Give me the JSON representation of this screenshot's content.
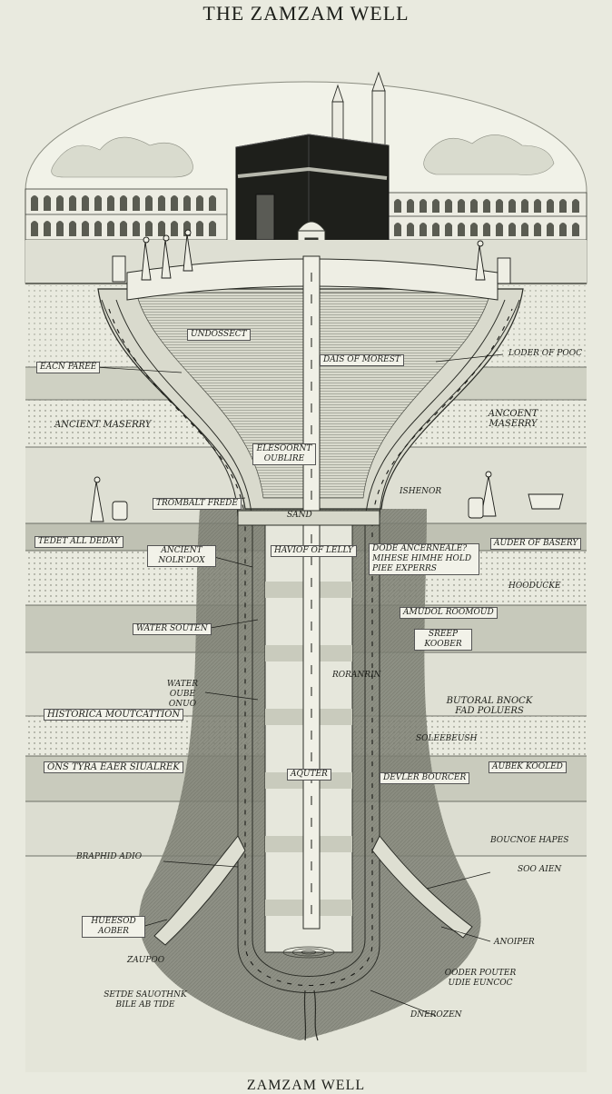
{
  "title": "THE ZAMZAM WELL",
  "footer": "ZAMZAM WELL",
  "labels": [
    "UNDOSSECT",
    "EACN PAREE",
    "ANCIENT MASERRY",
    "DAIS OF MOREST",
    "LODER OF POOC",
    "ANCOENT MASERRY",
    "ELESOORNT OUBLIRE",
    "TROMBALT FREDE",
    "ISHENOR",
    "SAND",
    "TEDET ALL DEDAY",
    "ANCIENT NOLR'DOX",
    "HAVIOF OF LELLY",
    "DODE ANCERNEALE? MIHESE HIMHE HOLD PIEE EXPERRS",
    "AUDER OF BASERY",
    "HOODUCKE",
    "AMUDOL ROOMOUD",
    "WATER SOUTEN",
    "SREEP KOOBER",
    "WATER OUBE ONUO",
    "RORANRIN",
    "HISTORICA MOUTCATTION",
    "BUTORAL BNOCK FAD POLUERS",
    "SOLEEBEUSH",
    "ONS TYRA EAER SIUALREK",
    "AUBEK KOOLED",
    "AQUTER",
    "DEVLER BOURCER",
    "BOUCNOE HAPES",
    "BRAPHID ADIO",
    "SOO AIEN",
    "HUEESOD AOBER",
    "ANOIPER",
    "ZAUPOO",
    "OODER POUTER UDIE EUNCOC",
    "SETDE SAUOTHNK BILE AB TIDE",
    "DNEROZEN"
  ]
}
